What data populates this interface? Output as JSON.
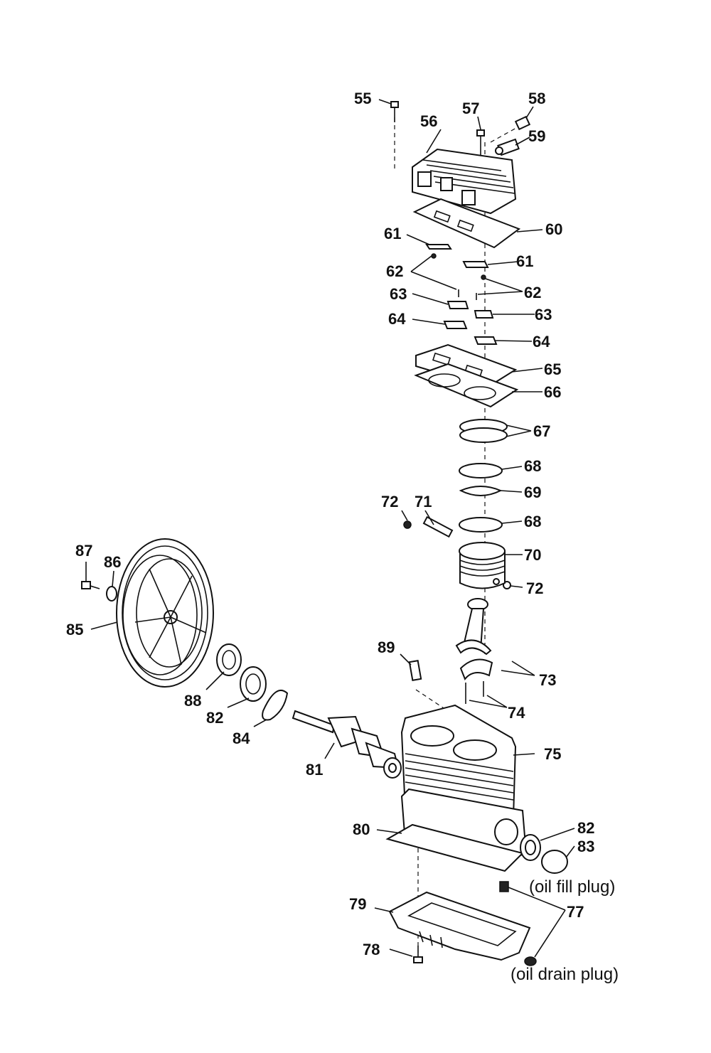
{
  "labels": {
    "p55": "55",
    "p56": "56",
    "p57": "57",
    "p58": "58",
    "p59": "59",
    "p60": "60",
    "p61a": "61",
    "p61b": "61",
    "p62a": "62",
    "p62b": "62",
    "p63a": "63",
    "p63b": "63",
    "p64a": "64",
    "p64b": "64",
    "p65": "65",
    "p66": "66",
    "p67": "67",
    "p68a": "68",
    "p68b": "68",
    "p69": "69",
    "p70": "70",
    "p71": "71",
    "p72a": "72",
    "p72b": "72",
    "p73": "73",
    "p74": "74",
    "p75": "75",
    "p77": "77",
    "p78": "78",
    "p79": "79",
    "p80": "80",
    "p81": "81",
    "p82a": "82",
    "p82b": "82",
    "p83": "83",
    "p84": "84",
    "p85": "85",
    "p86": "86",
    "p87": "87",
    "p88": "88",
    "p89": "89"
  },
  "notes": {
    "oil_fill": "(oil fill plug)",
    "oil_drain": "(oil drain plug)"
  }
}
